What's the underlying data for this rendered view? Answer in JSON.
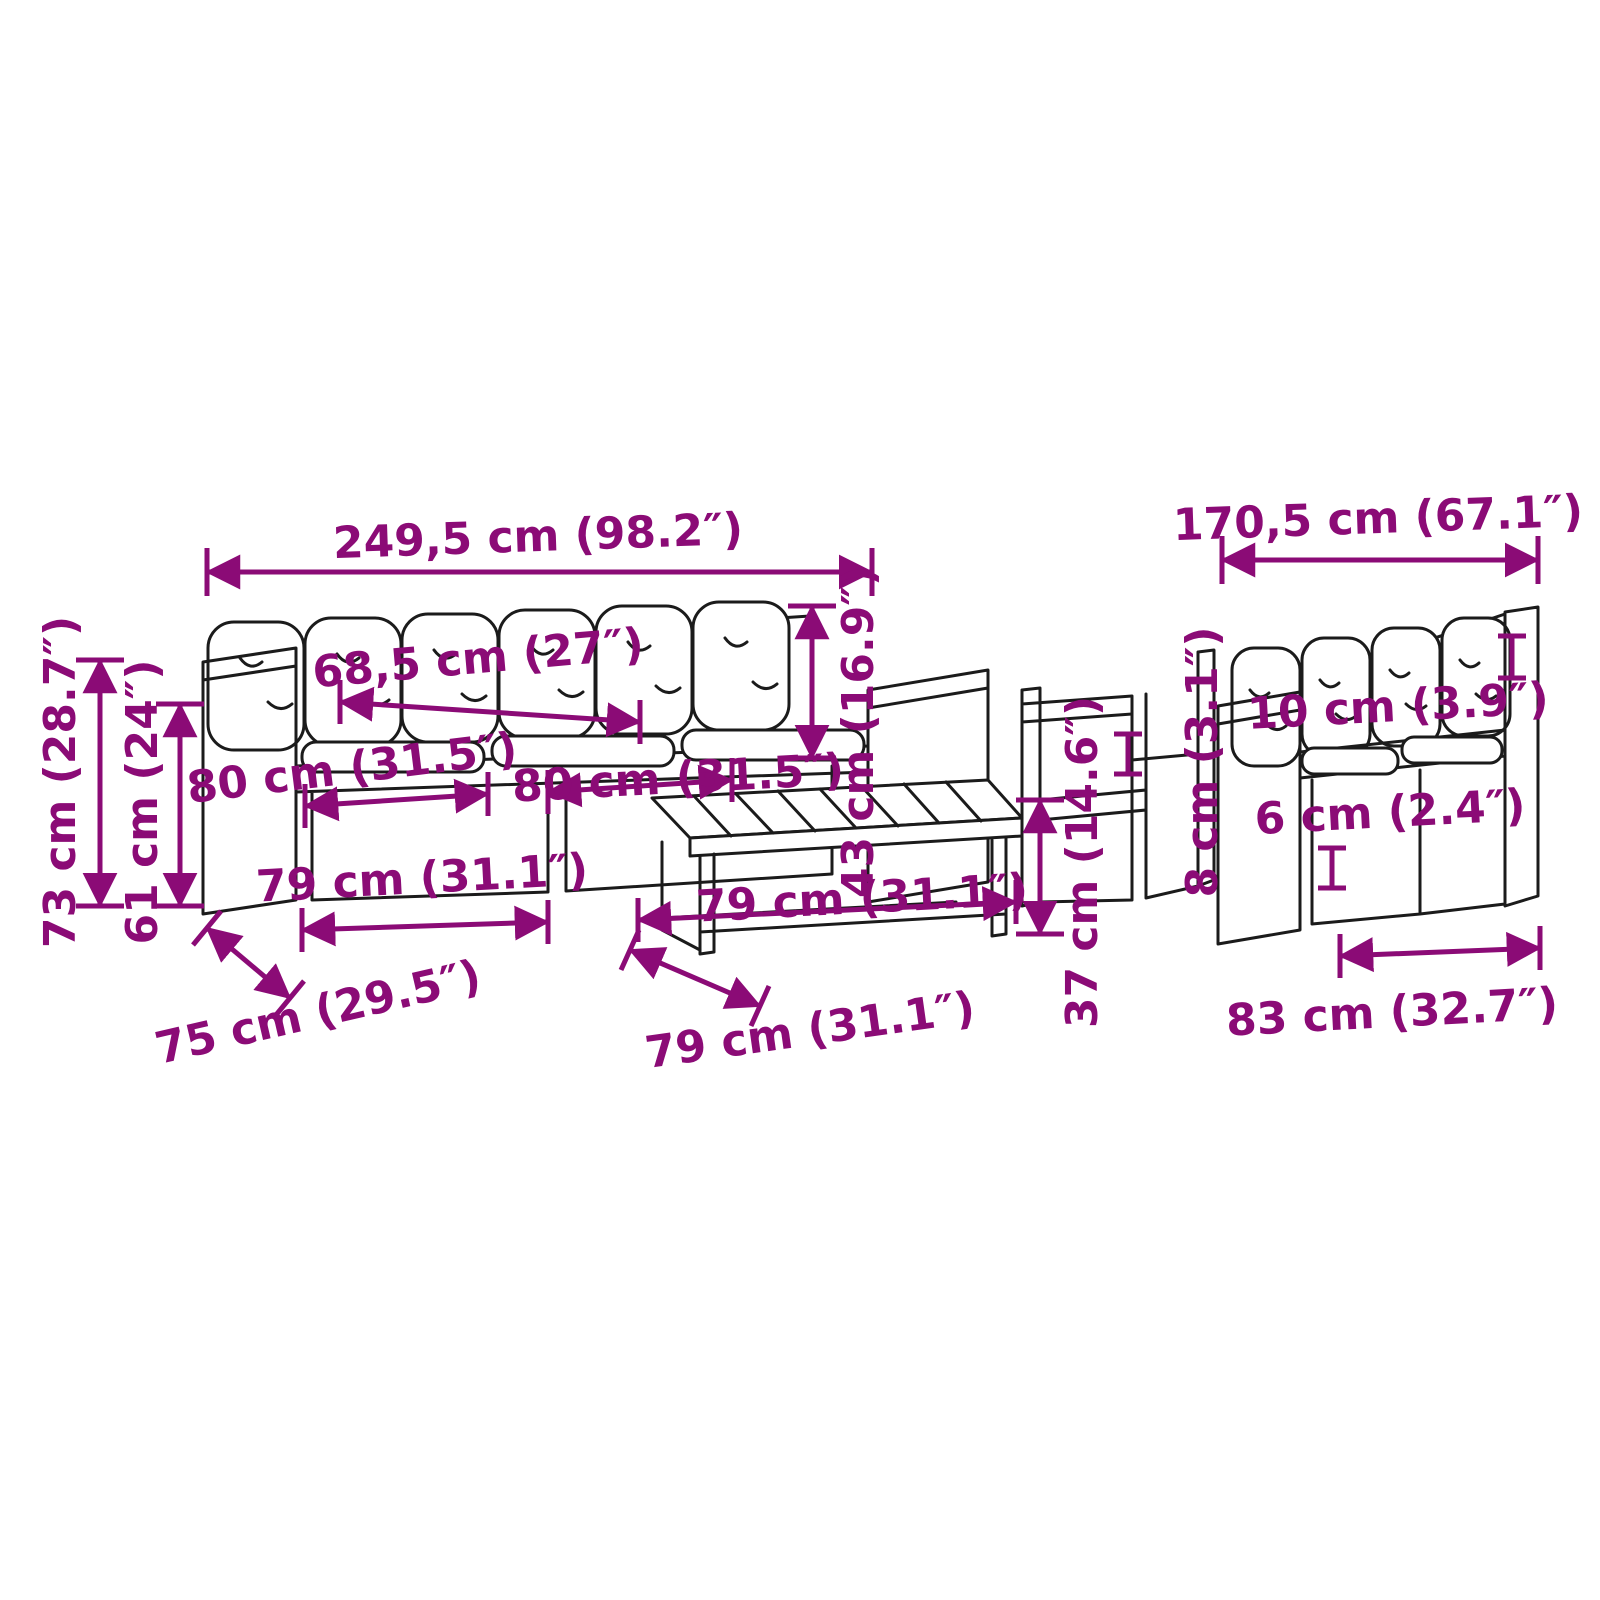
{
  "colors": {
    "accent": "#8B0B76",
    "line": "#1B1B1B"
  },
  "labels": {
    "sofa3_width": "249,5 cm (98.2″)",
    "sofa2_width": "170,5 cm (67.1″)",
    "module_depth": "68,5 cm (27″)",
    "total_height": "73 cm (28.7″)",
    "arm_height": "61 cm (24″)",
    "seat_width_a": "80 cm (31.5″)",
    "seat_width_b": "80 cm (31.5″)",
    "sofa_seat_depth": "79 cm (31.1″)",
    "base_depth": "75 cm (29.5″)",
    "table_length": "79 cm (31.1″)",
    "table_depth": "79 cm (31.1″)",
    "back_height": "43 cm (16.9″)",
    "table_height": "37 cm (14.6″)",
    "gap_height": "8 cm (3.1″)",
    "back_cushion_thickness": "10 cm (3.9″)",
    "seat_cushion_thickness": "6 cm (2.4″)",
    "chair_width": "83 cm (32.7″)"
  }
}
